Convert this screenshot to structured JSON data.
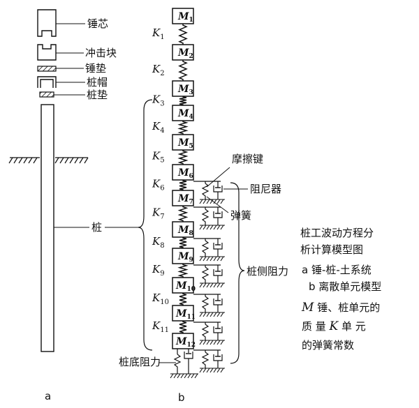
{
  "part_a": {
    "labels": {
      "hammer_core": "锤芯",
      "impact_block": "冲击块",
      "hammer_pad": "锤垫",
      "pile_cap": "桩帽",
      "pile_pad": "桩垫",
      "pile": "桩"
    },
    "sublabel": "a"
  },
  "part_b": {
    "masses": [
      {
        "letter": "M",
        "sub": "1"
      },
      {
        "letter": "M",
        "sub": "2"
      },
      {
        "letter": "M",
        "sub": "3"
      },
      {
        "letter": "M",
        "sub": "4"
      },
      {
        "letter": "M",
        "sub": "5"
      },
      {
        "letter": "M",
        "sub": "6"
      },
      {
        "letter": "M",
        "sub": "7"
      },
      {
        "letter": "M",
        "sub": "8"
      },
      {
        "letter": "M",
        "sub": "9"
      },
      {
        "letter": "M",
        "sub": "10"
      },
      {
        "letter": "M",
        "sub": "11"
      },
      {
        "letter": "M",
        "sub": "12"
      }
    ],
    "springs": [
      {
        "letter": "K",
        "sub": "1"
      },
      {
        "letter": "K",
        "sub": "2"
      },
      {
        "letter": "K",
        "sub": "3"
      },
      {
        "letter": "K",
        "sub": "4"
      },
      {
        "letter": "K",
        "sub": "5"
      },
      {
        "letter": "K",
        "sub": "6"
      },
      {
        "letter": "K",
        "sub": "7"
      },
      {
        "letter": "K",
        "sub": "8"
      },
      {
        "letter": "K",
        "sub": "9"
      },
      {
        "letter": "K",
        "sub": "10"
      },
      {
        "letter": "K",
        "sub": "11"
      }
    ],
    "labels": {
      "friction_key": "摩擦键",
      "damper": "阻尼器",
      "spring": "弹簧",
      "side_resistance": "桩侧阻力",
      "base_resistance": "桩底阻力"
    },
    "sublabel": "b"
  },
  "caption": {
    "title_line1": "桩工波动方程分",
    "title_line2": "析计算模型图",
    "item_a_letter": "a",
    "item_a_text": " 锤-桩-土系统",
    "item_b_letter": "b",
    "item_b_text": " 离散单元模型",
    "line_m_symbol": "M",
    "line_m_text": "  锤、桩单元的",
    "line_k_prefix": "质 量  ",
    "line_k_symbol": "K",
    "line_k_text": "  单 元",
    "last_line": "的弹簧常数"
  }
}
